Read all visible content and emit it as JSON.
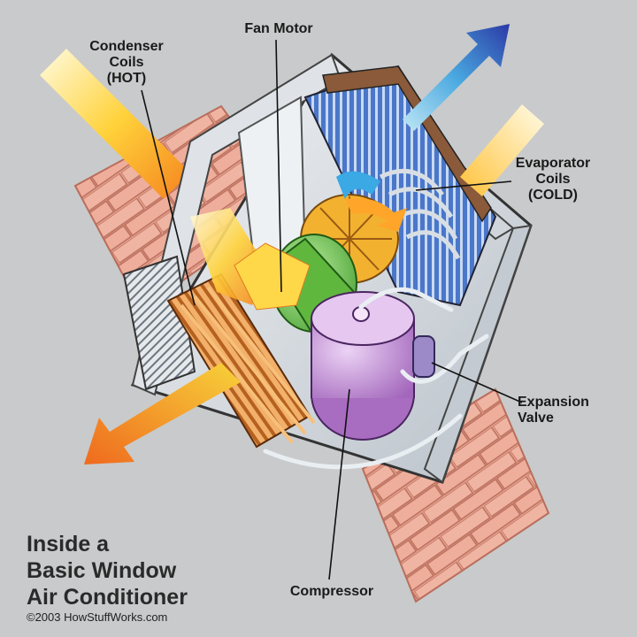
{
  "title": "Inside a\nBasic Window\nAir Conditioner",
  "copyright": "©2003 HowStuffWorks.com",
  "labels": {
    "condenser": "Condenser\nCoils\n(HOT)",
    "fan_motor": "Fan Motor",
    "evaporator": "Evaporator\nCoils\n(COLD)",
    "expansion": "Expansion\nValve",
    "compressor": "Compressor"
  },
  "colors": {
    "background": "#c9cacb",
    "brick": "#e8a48f",
    "hot_arrow": "#f07a2a",
    "cold_arrow": "#2e3fa8",
    "compressor": "#c58fd6",
    "fan_motor": "#6cc04a",
    "coils": "#d98a3a",
    "evaporator_fins": "#3b6fc9"
  }
}
